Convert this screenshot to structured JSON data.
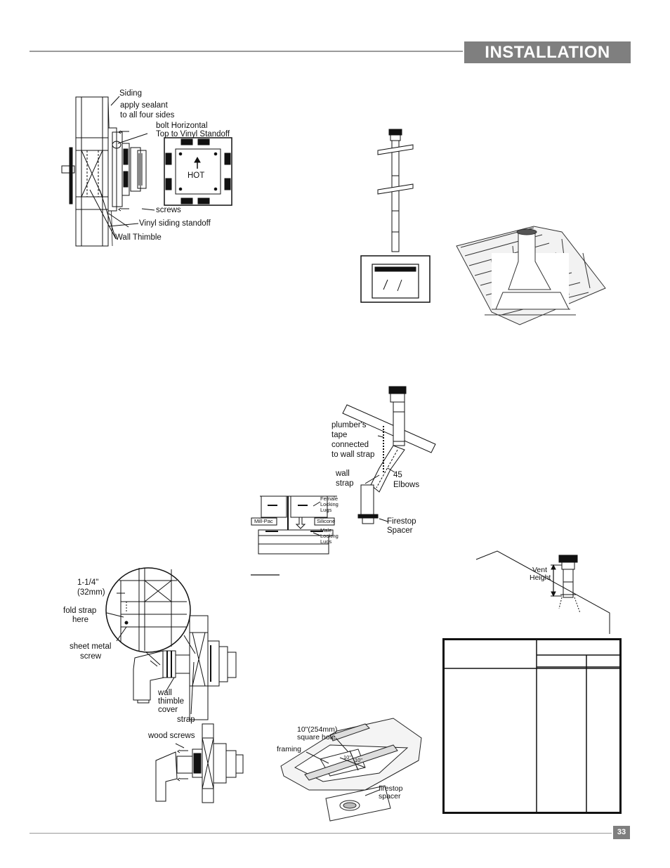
{
  "header": {
    "title": "INSTALLATION"
  },
  "footer": {
    "page_number": "33"
  },
  "fig_thimble": {
    "siding": "Siding",
    "apply_sealant_1": "apply sealant",
    "apply_sealant_2": "to all four sides",
    "bolt_1": "bolt Horizontal",
    "bolt_2": "Top to Vinyl Standoff",
    "hot": "HOT",
    "screws": "screws",
    "vinyl_standoff": "Vinyl siding standoff",
    "wall_thimble": "Wall Thimble"
  },
  "fig_offset": {
    "plumbers_tape_1": "plumber's",
    "plumbers_tape_2": "tape",
    "plumbers_tape_3": "connected",
    "plumbers_tape_4": "to wall strap",
    "wall_strap_1": "wall",
    "wall_strap_2": "strap",
    "elbows_1": "45",
    "elbows_2": "Elbows",
    "firestop_1": "Firestop",
    "firestop_2": "Spacer",
    "female_1": "Female",
    "female_2": "Locking",
    "female_3": "Lugs",
    "male_1": "Male",
    "male_2": "Locking",
    "male_3": "Lugs",
    "millpac": "Mill-Pac",
    "silicone": "Silicone"
  },
  "fig_strap": {
    "dimension_1": "1-1/4\"",
    "dimension_2": "(32mm)",
    "fold_1": "fold strap",
    "fold_2": "here",
    "sheet_metal_1": "sheet metal",
    "sheet_metal_2": "screw",
    "thimble_cover_1": "wall",
    "thimble_cover_2": "thimble",
    "thimble_cover_3": "cover",
    "strap": "strap",
    "wood_screws": "wood screws"
  },
  "fig_vent_height": {
    "label_1": "Vent",
    "label_2": "Height"
  },
  "fig_framing": {
    "hole_1": "10\"(254mm)",
    "hole_2": "square hole",
    "framing": "framing",
    "firestop_1": "firestop",
    "firestop_2": "spacer",
    "dim_1": "10\"",
    "dim_2": "10\""
  }
}
